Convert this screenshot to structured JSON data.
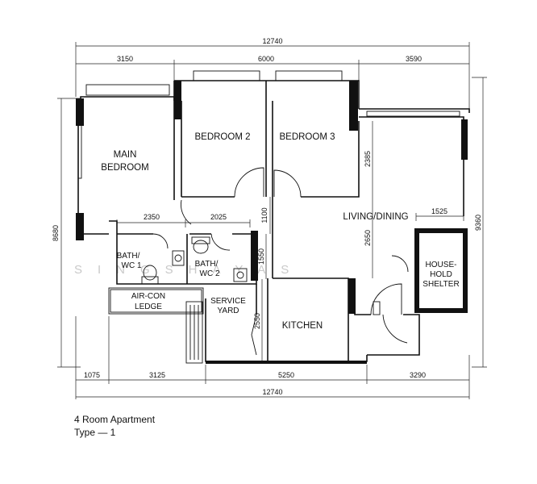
{
  "rooms": {
    "main_bedroom_1": "MAIN",
    "main_bedroom_2": "BEDROOM",
    "bedroom2": "BEDROOM 2",
    "bedroom3": "BEDROOM 3",
    "living_dining": "LIVING/DINING",
    "bath1_1": "BATH/",
    "bath1_2": "WC 1",
    "bath2_1": "BATH/",
    "bath2_2": "WC 2",
    "aircon_1": "AIR-CON",
    "aircon_2": "LEDGE",
    "service_1": "SERVICE",
    "service_2": "YARD",
    "kitchen": "KITCHEN",
    "shelter_1": "HOUSE-",
    "shelter_2": "HOLD",
    "shelter_3": "SHELTER"
  },
  "dimensions": {
    "top_total": "12740",
    "top_left": "3150",
    "top_mid": "6000",
    "top_right": "3590",
    "bottom_total": "12740",
    "bottom_1": "1075",
    "bottom_2": "3125",
    "bottom_3": "5250",
    "bottom_4": "3290",
    "left_height": "8680",
    "right_height": "9360",
    "bath1_width": "2350",
    "bath2_width": "2025",
    "bed3_depth": "2385",
    "corridor": "1100",
    "bath_height": "1550",
    "living_depth": "2650",
    "shelter_width": "1525",
    "yard_depth": "2550"
  },
  "caption": {
    "line1": "4 Room Apartment",
    "line2": "Type  —  1"
  },
  "watermark": "SINGSHAYAS"
}
